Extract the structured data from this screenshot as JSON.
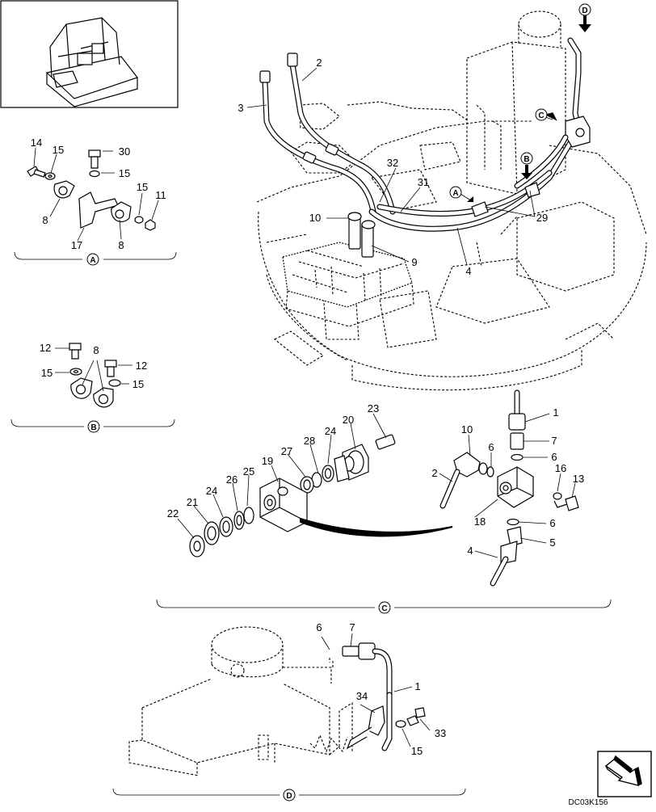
{
  "drawing_code": "DC03K156",
  "detail_markers": {
    "a": "A",
    "b": "B",
    "c": "C",
    "d": "D"
  },
  "callouts": {
    "main": [
      "3",
      "2",
      "32",
      "31",
      "10",
      "9",
      "4",
      "29"
    ],
    "detail_a": [
      "14",
      "15",
      "30",
      "15",
      "15",
      "11",
      "8",
      "17",
      "8"
    ],
    "detail_b": [
      "12",
      "8",
      "15",
      "12",
      "15"
    ],
    "detail_c_left": [
      "23",
      "20",
      "28",
      "24",
      "27",
      "19",
      "25",
      "26",
      "24",
      "21",
      "22"
    ],
    "detail_c_right": [
      "1",
      "7",
      "10",
      "6",
      "6",
      "2",
      "16",
      "13",
      "18",
      "6",
      "5",
      "4"
    ],
    "detail_d": [
      "6",
      "7",
      "1",
      "34",
      "33",
      "15"
    ]
  }
}
